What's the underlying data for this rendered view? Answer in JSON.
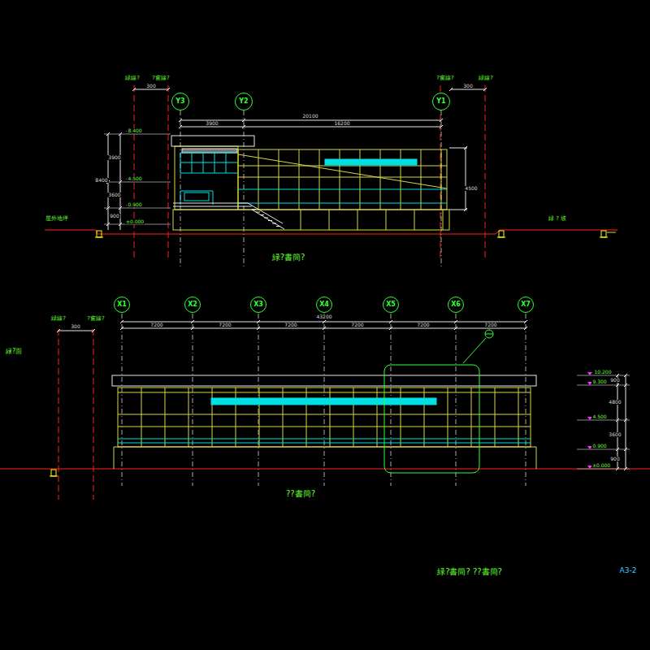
{
  "diagram": {
    "nodes": [
      {
        "text": [
          "Y3"
        ]
      },
      {
        "text": [
          "Y2"
        ]
      },
      {
        "text": [
          "Y1"
        ]
      },
      {
        "text": [
          "X1"
        ]
      },
      {
        "text": [
          "X2"
        ]
      },
      {
        "text": [
          "X3"
        ]
      },
      {
        "text": [
          "X4"
        ]
      },
      {
        "text": [
          "X5"
        ]
      },
      {
        "text": [
          "X6"
        ]
      },
      {
        "text": [
          "X7"
        ]
      }
    ],
    "labels": [
      "緑線?",
      "?窗線?",
      "?窗線?",
      "緑線?",
      "300",
      "300",
      "20100",
      "3900",
      "16200",
      "8.400",
      "4.500",
      "0.900",
      "±0.000",
      "3900",
      "3600",
      "900",
      "8400",
      "4500",
      "屋外地坪",
      "緑 ? 坡",
      "緑?書簡?",
      "緑?面",
      "緑線?",
      "?窗線?",
      "300",
      "43200",
      "7200",
      "7200",
      "7200",
      "7200",
      "7200",
      "7200",
      "10.200",
      "9.300",
      "4.500",
      "0.900",
      "±0.000",
      "900",
      "4800",
      "3600",
      "900",
      "??書簡?",
      "緑?書簡?  ??書簡?",
      "A3-2"
    ]
  }
}
